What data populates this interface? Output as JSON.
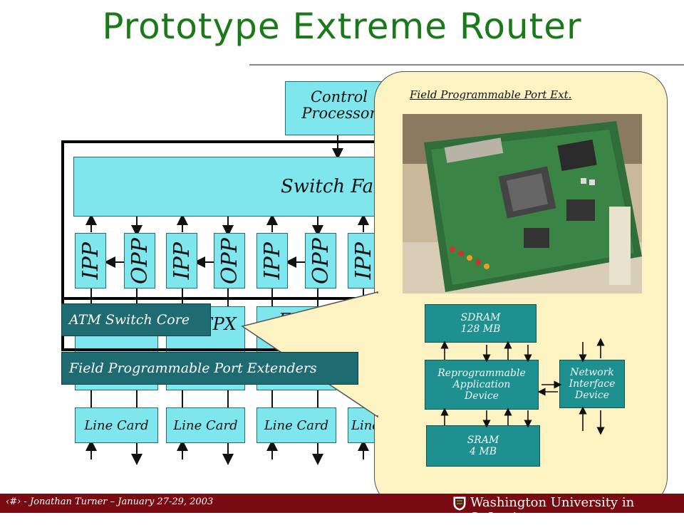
{
  "title": "Prototype Extreme Router",
  "control_processor": "Control Processor",
  "switch_fabric": "Switch Fabric",
  "ports": [
    "IPP",
    "OPP",
    "IPP",
    "OPP",
    "IPP",
    "OPP",
    "IPP"
  ],
  "fpx_labels": [
    "FPX",
    "FPX"
  ],
  "line_cards": [
    "Line Card",
    "Line Card",
    "Line Card",
    "Line Card"
  ],
  "callouts": {
    "atm": "ATM Switch Core",
    "fpx": "Field Programmable Port Extenders"
  },
  "panel": {
    "heading": "Field Programmable Port Ext.",
    "sdram": [
      "SDRAM",
      "128 MB"
    ],
    "rad": [
      "Reprogrammable",
      "Application",
      "Device"
    ],
    "nid": [
      "Network",
      "Interface",
      "Device"
    ],
    "sram": [
      "SRAM",
      "4 MB"
    ]
  },
  "footer": {
    "slide_number": "‹#›",
    "text": " - Jonathan Turner – January 27-29, 2003",
    "university": "Washington University in St.Louis"
  },
  "colors": {
    "title": "#1a7a1a",
    "accent": "#7fe6ee",
    "dark": "#1f6b72",
    "footer": "#7a0a12",
    "panel": "#fdf3c2"
  }
}
